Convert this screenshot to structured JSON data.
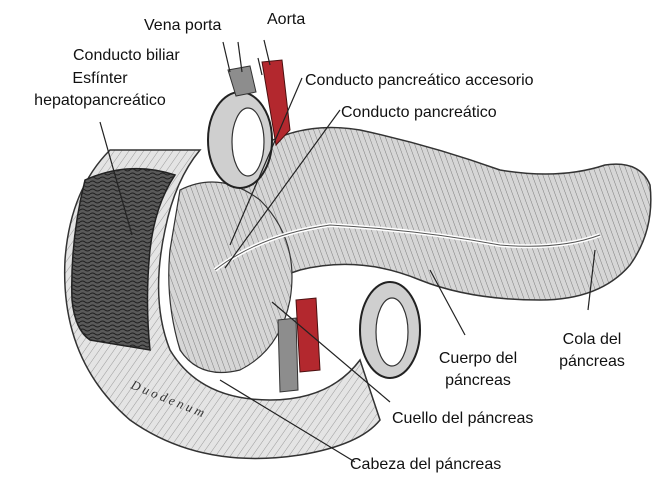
{
  "labels": {
    "vena_porta": "Vena porta",
    "aorta": "Aorta",
    "conducto_biliar": "Conducto biliar",
    "esfinter_line1": "Esfínter",
    "esfinter_line2": "hepatopancreático",
    "conducto_accesorio": "Conducto pancreático accesorio",
    "conducto_pancreatico": "Conducto pancreático",
    "cola_line1": "Cola del",
    "cola_line2": "páncreas",
    "cuerpo_line1": "Cuerpo del",
    "cuerpo_line2": "páncreas",
    "cuello": "Cuello del páncreas",
    "cabeza": "Cabeza del páncreas",
    "duodenum": "Duodenum"
  },
  "colors": {
    "vessel_red": "#b3282e",
    "tissue_light": "#e2e2e2",
    "tissue_mid": "#bdbdbd",
    "tissue_dark": "#4a4a4a",
    "line": "#222222"
  }
}
